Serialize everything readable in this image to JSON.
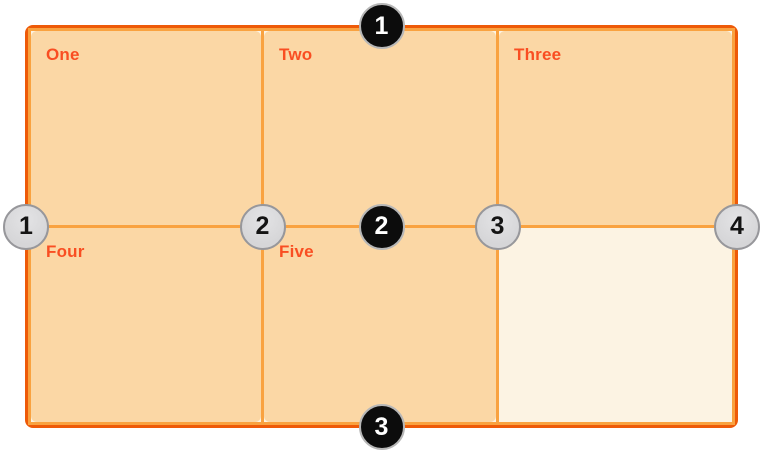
{
  "diagram": {
    "cells": [
      {
        "label": "One"
      },
      {
        "label": "Two"
      },
      {
        "label": "Three"
      },
      {
        "label": "Four"
      },
      {
        "label": "Five"
      }
    ],
    "row_line_markers": [
      "1",
      "2",
      "3"
    ],
    "column_line_markers": [
      "1",
      "2",
      "3",
      "4"
    ],
    "colors": {
      "page_background": "#FFFFFF",
      "container_border": "#EE5A08",
      "container_background": "#FCF3E3",
      "cell_fill": "#FBD7A5",
      "grid_line": "#F9A240",
      "label_text": "#F94E22",
      "row_marker_fill": "#0C0C0C",
      "row_marker_text": "#FFFFFF",
      "row_marker_ring": "#B7B7B7",
      "column_marker_fill": "#D6D6D8",
      "column_marker_border": "#97979B",
      "column_marker_text": "#141414"
    }
  }
}
